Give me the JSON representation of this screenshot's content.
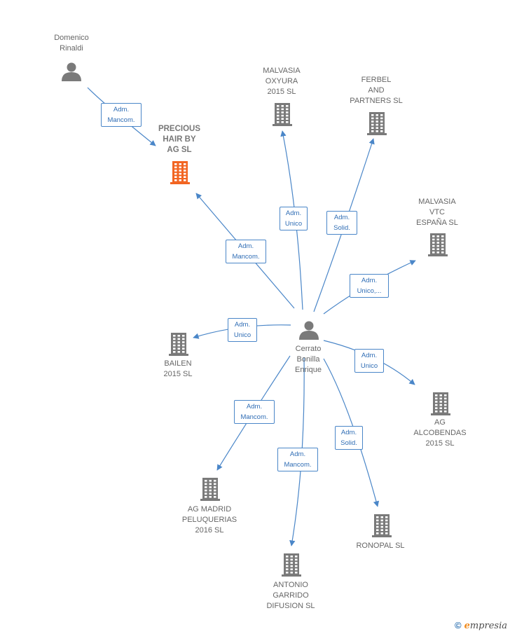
{
  "nodes": [
    {
      "id": "domenico",
      "type": "person",
      "label": "Domenico\nRinaldi",
      "name": "person-domenico-rinaldi"
    },
    {
      "id": "precious",
      "type": "company",
      "main": true,
      "label": "PRECIOUS\nHAIR BY\nAG  SL",
      "name": "company-precious-hair"
    },
    {
      "id": "malvasia_oxyura",
      "type": "company",
      "label": "MALVASIA\nOXYURA\n2015  SL",
      "name": "company-malvasia-oxyura"
    },
    {
      "id": "ferbel",
      "type": "company",
      "label": "FERBEL\nAND\nPARTNERS SL",
      "name": "company-ferbel"
    },
    {
      "id": "malvasia_vtc",
      "type": "company",
      "label": "MALVASIA\nVTC\nESPAÑA  SL",
      "name": "company-malvasia-vtc"
    },
    {
      "id": "cerrato",
      "type": "person",
      "label": "Cerrato\nBonilla\nEnrique",
      "name": "person-cerrato-bonilla"
    },
    {
      "id": "bailen",
      "type": "company",
      "label": "BAILEN\n2015  SL",
      "name": "company-bailen"
    },
    {
      "id": "ag_alcobendas",
      "type": "company",
      "label": "AG\nALCOBENDAS\n2015  SL",
      "name": "company-ag-alcobendas"
    },
    {
      "id": "ag_madrid",
      "type": "company",
      "label": "AG MADRID\nPELUQUERIAS\n2016  SL",
      "name": "company-ag-madrid"
    },
    {
      "id": "antonio",
      "type": "company",
      "label": "ANTONIO\nGARRIDO\nDIFUSION  SL",
      "name": "company-antonio-garrido"
    },
    {
      "id": "ronopal",
      "type": "company",
      "label": "RONOPAL  SL",
      "name": "company-ronopal"
    }
  ],
  "edges": [
    {
      "from": "domenico",
      "to": "precious",
      "label": "Adm.\nMancom."
    },
    {
      "from": "cerrato",
      "to": "precious",
      "label": "Adm.\nMancom."
    },
    {
      "from": "cerrato",
      "to": "malvasia_oxyura",
      "label": "Adm.\nUnico"
    },
    {
      "from": "cerrato",
      "to": "ferbel",
      "label": "Adm.\nSolid."
    },
    {
      "from": "cerrato",
      "to": "malvasia_vtc",
      "label": "Adm.\nUnico,..."
    },
    {
      "from": "cerrato",
      "to": "bailen",
      "label": "Adm.\nUnico"
    },
    {
      "from": "cerrato",
      "to": "ag_alcobendas",
      "label": "Adm.\nUnico"
    },
    {
      "from": "cerrato",
      "to": "ag_madrid",
      "label": "Adm.\nMancom."
    },
    {
      "from": "cerrato",
      "to": "antonio",
      "label": "Adm.\nMancom."
    },
    {
      "from": "cerrato",
      "to": "ronopal",
      "label": "Adm.\nSolid."
    }
  ],
  "colors": {
    "edge": "#4a86c8",
    "icon": "#7a7a7a",
    "main_icon": "#f26522"
  },
  "logo": {
    "copyright": "©",
    "e": "e",
    "rest": "mpresia"
  }
}
